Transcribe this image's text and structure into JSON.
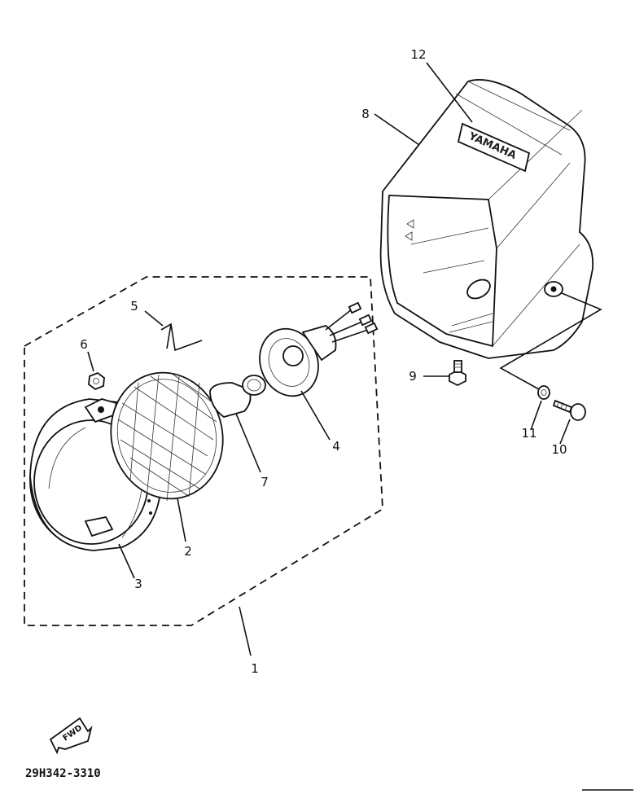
{
  "diagram": {
    "part_labels": [
      "1",
      "2",
      "3",
      "4",
      "5",
      "6",
      "7",
      "8",
      "9",
      "10",
      "11",
      "12"
    ],
    "brand_text": "YAMAHA",
    "direction_text": "FWD",
    "drawing_code": "29H342-3310"
  },
  "colors": {
    "ink": "#111111",
    "paper": "#ffffff"
  }
}
